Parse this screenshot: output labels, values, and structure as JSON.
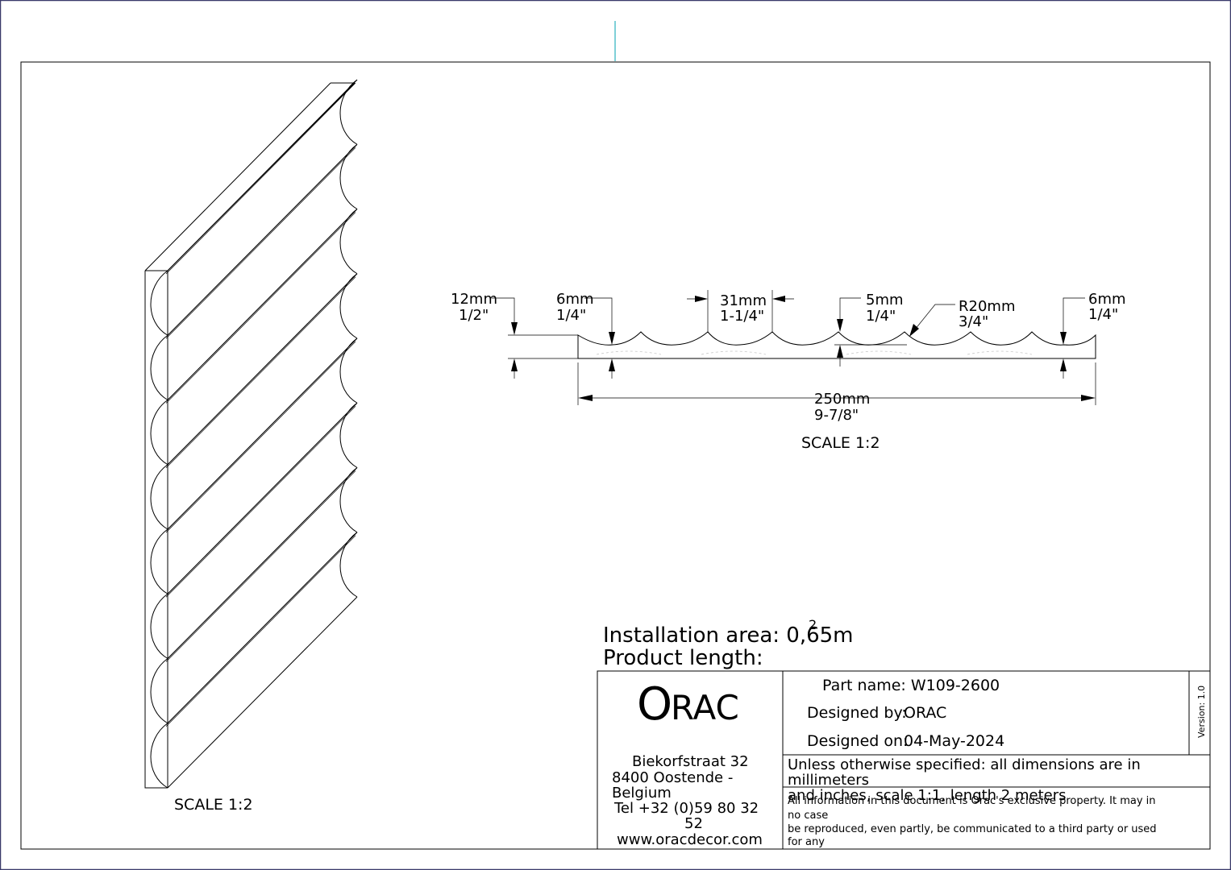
{
  "colors": {
    "page_border": "#3a3a6a",
    "frame": "#000000",
    "center_mark": "#7fd0d8"
  },
  "iso_view": {
    "scale_label": "SCALE  1:2"
  },
  "section_view": {
    "scale_label": "SCALE  1:2",
    "dims": {
      "thickness_mm": "12mm",
      "thickness_in": "1/2\"",
      "edge_left_mm": "6mm",
      "edge_left_in": "1/4\"",
      "pitch_mm": "31mm",
      "pitch_in": "1-1/4\"",
      "groove_mm": "5mm",
      "groove_in": "1/4\"",
      "radius_mm": "R20mm",
      "radius_in": "3/4\"",
      "edge_right_mm": "6mm",
      "edge_right_in": "1/4\"",
      "width_mm": "250mm",
      "width_in": "9-7/8\""
    }
  },
  "info": {
    "installation_label": "Installation area: 0,65m",
    "installation_sup": "2",
    "product_length_label": "Product length:"
  },
  "title_block": {
    "logo_big": "O",
    "logo_rest": "RAC",
    "address": [
      "Biekorfstraat 32",
      "8400 Oostende -",
      "Belgium",
      "Tel  +32 (0)59 80 32",
      "52",
      "www.oracdecor.com"
    ],
    "part_name": "Part name: W109-2600",
    "designed_by_label": "Designed by:",
    "designed_by_value": "ORAC",
    "designed_on_label": "Designed on:",
    "designed_on_value": "04-May-2024",
    "version": "Version: 1.0",
    "notes": [
      "Unless otherwise specified: all dimensions are in",
      "millimeters",
      "and inches, scale 1:1, length 2 meters"
    ],
    "legal": [
      "All information in this document is Orac's exclusive property.  It may in",
      "no case",
      "be reproduced, even partly, be communicated to a third party or used",
      "for any"
    ]
  }
}
